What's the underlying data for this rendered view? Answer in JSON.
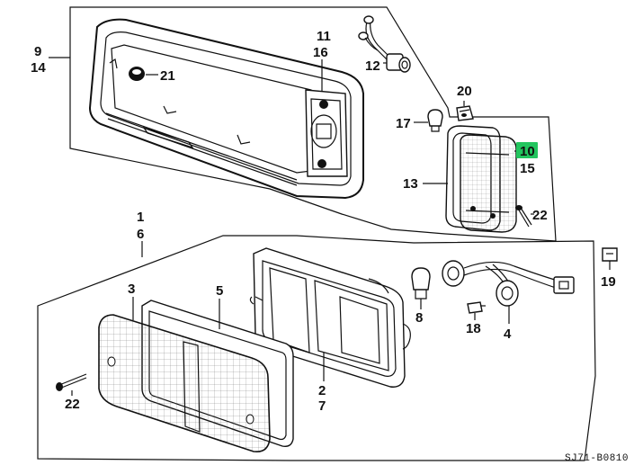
{
  "diagram_code": "SJ71-B0810",
  "highlight_color": "#22c55e",
  "callouts": {
    "c9": "9",
    "c14": "14",
    "c11": "11",
    "c16": "16",
    "c21": "21",
    "c12": "12",
    "c20": "20",
    "c17": "17",
    "c10": "10",
    "c15": "15",
    "c13": "13",
    "c22a": "22",
    "c1": "1",
    "c6": "6",
    "c3": "3",
    "c5": "5",
    "c8": "8",
    "c18": "18",
    "c4": "4",
    "c19": "19",
    "c2": "2",
    "c7": "7",
    "c22b": "22"
  }
}
